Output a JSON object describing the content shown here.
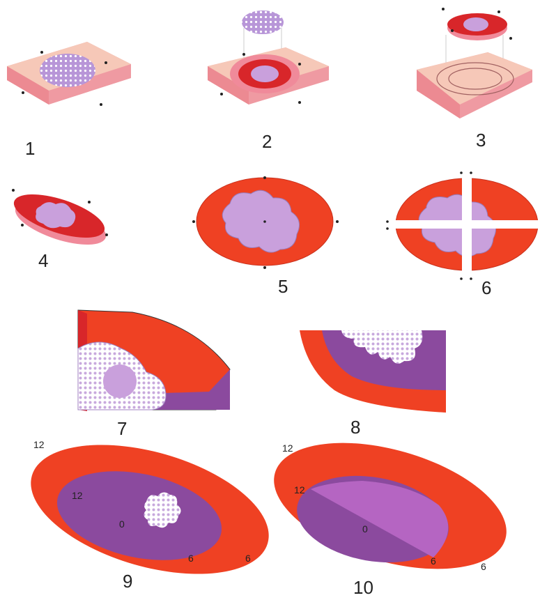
{
  "steps": [
    {
      "label": "1"
    },
    {
      "label": "2"
    },
    {
      "label": "3"
    },
    {
      "label": "4"
    },
    {
      "label": "5"
    },
    {
      "label": "6"
    },
    {
      "label": "7"
    },
    {
      "label": "8"
    },
    {
      "label": "9"
    },
    {
      "label": "10"
    }
  ],
  "clock_marks": {
    "twelve": "12",
    "zero": "0",
    "six": "6"
  },
  "colors": {
    "skin_top": "#f6c8b8",
    "skin_side": "#ef9aa2",
    "specimen_red": "#ef4123",
    "dark_red": "#d8262a",
    "lesion_lilac": "#c9a0dc",
    "margin_purple": "#8b4a9e",
    "light_purple": "#b565c2",
    "pink_rim": "#f08a9a"
  }
}
